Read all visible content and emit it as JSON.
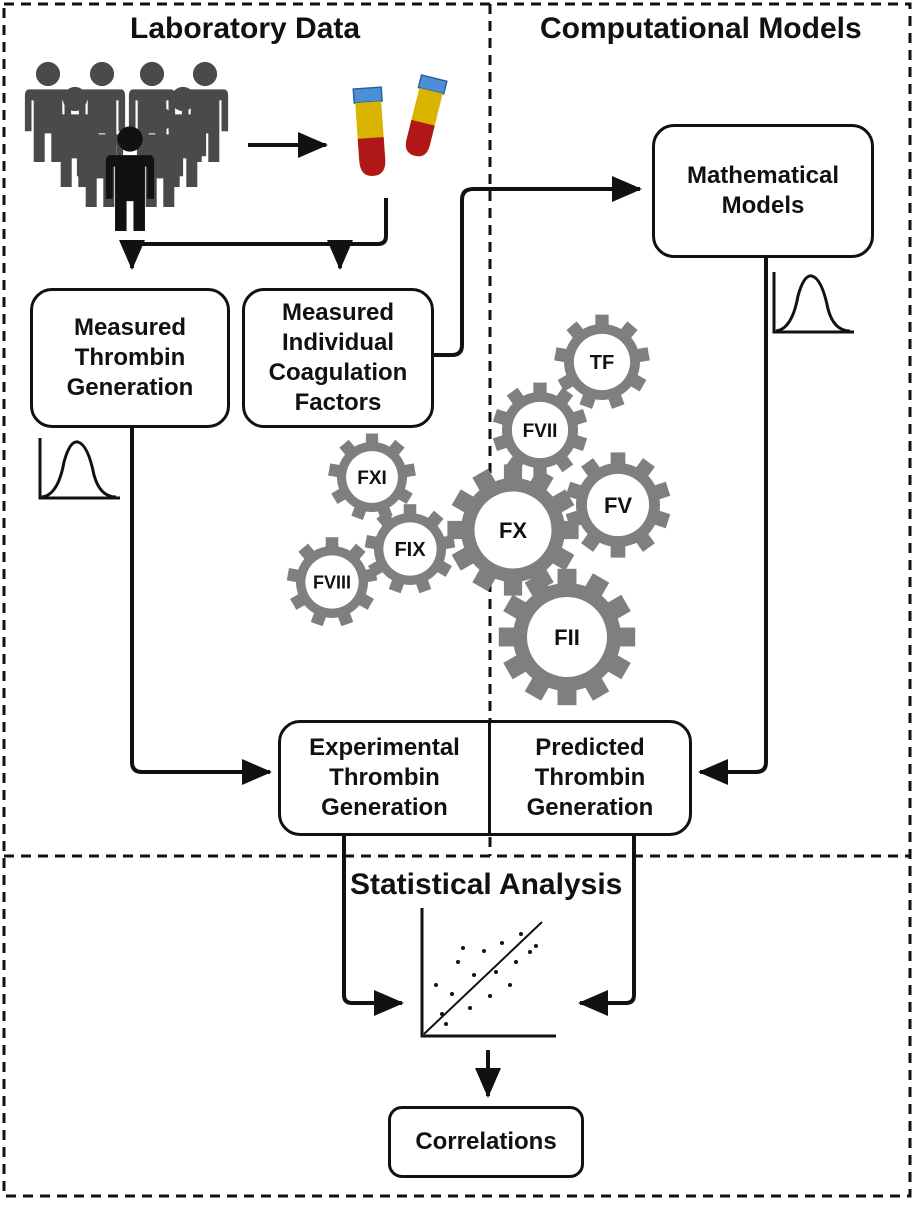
{
  "sections": {
    "laboratory": "Laboratory Data",
    "computational": "Computational Models",
    "statistical": "Statistical Analysis"
  },
  "boxes": {
    "measured_thrombin": [
      "Measured",
      "Thrombin",
      "Generation"
    ],
    "measured_factors": [
      "Measured",
      "Individual",
      "Coagulation",
      "Factors"
    ],
    "math_models": [
      "Mathematical",
      "Models"
    ],
    "experimental": [
      "Experimental",
      "Thrombin",
      "Generation"
    ],
    "predicted": [
      "Predicted",
      "Thrombin",
      "Generation"
    ],
    "correlations": "Correlations"
  },
  "gears": {
    "tf": "TF",
    "fvii": "FVII",
    "fxi": "FXI",
    "fv": "FV",
    "fx": "FX",
    "fix": "FIX",
    "fviii": "FVIII",
    "fii": "FII"
  },
  "colors": {
    "gear": "#7f7f7f",
    "people": "#4a4a4a",
    "people_front": "#111111",
    "blood": "#b01818",
    "plasma": "#d8b400",
    "cap": "#4d8fd6"
  }
}
